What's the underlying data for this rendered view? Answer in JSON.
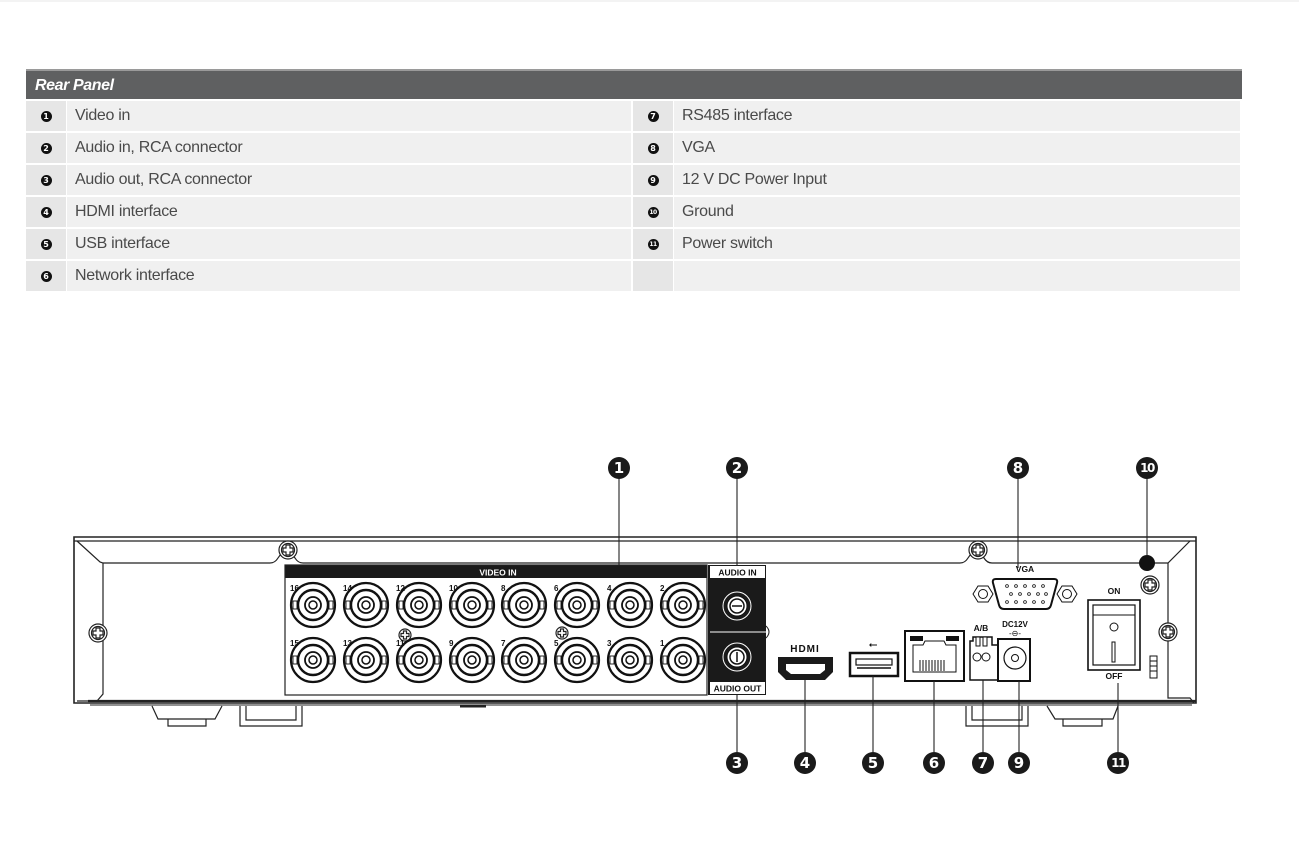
{
  "table": {
    "title": "Rear Panel",
    "left_items": [
      {
        "num": "1",
        "label": "Video in"
      },
      {
        "num": "2",
        "label": "Audio in, RCA connector"
      },
      {
        "num": "3",
        "label": "Audio out, RCA connector"
      },
      {
        "num": "4",
        "label": "HDMI interface"
      },
      {
        "num": "5",
        "label": "USB interface"
      },
      {
        "num": "6",
        "label": "Network interface"
      }
    ],
    "right_items": [
      {
        "num": "7",
        "label": "RS485 interface"
      },
      {
        "num": "8",
        "label": "VGA"
      },
      {
        "num": "9",
        "label": "12 V DC Power Input"
      },
      {
        "num": "10",
        "label": "Ground"
      },
      {
        "num": "11",
        "label": "Power switch"
      },
      {
        "num": "",
        "label": ""
      }
    ]
  },
  "diagram": {
    "video_in_label": "VIDEO IN",
    "audio_in_label": "AUDIO IN",
    "audio_out_label": "AUDIO OUT",
    "hdmi_label": "HDMI",
    "vga_label": "VGA",
    "rs485_label": "A/B",
    "dc_label": "DC12V",
    "switch_on_label": "ON",
    "switch_off_label": "OFF",
    "bnc_top_row": [
      "16",
      "14",
      "12",
      "10",
      "8",
      "6",
      "4",
      "2"
    ],
    "bnc_bottom_row": [
      "15",
      "13",
      "11",
      "9",
      "7",
      "5",
      "3",
      "1"
    ],
    "callouts": {
      "c1": "1",
      "c2": "2",
      "c3": "3",
      "c4": "4",
      "c5": "5",
      "c6": "6",
      "c7": "7",
      "c8": "8",
      "c9": "9",
      "c10": "10",
      "c11": "11"
    }
  }
}
